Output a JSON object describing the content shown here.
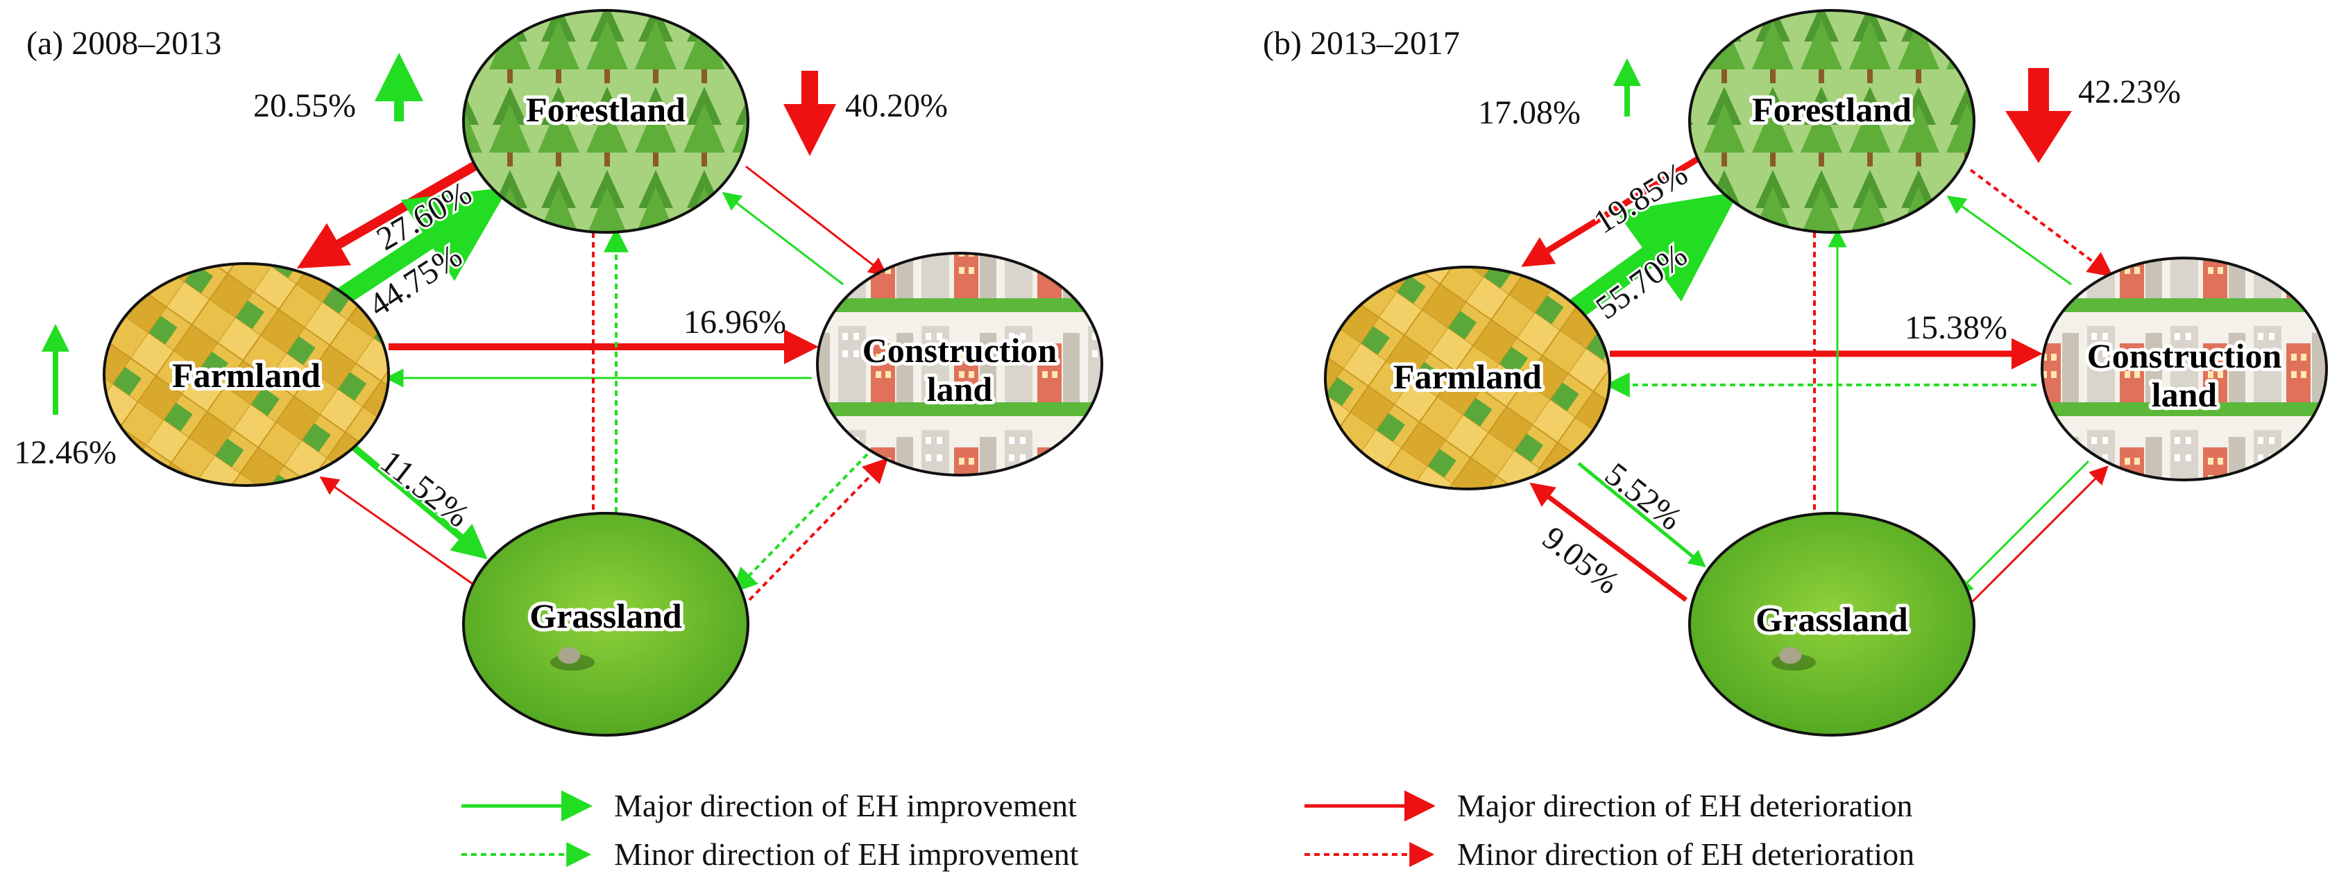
{
  "panels": [
    {
      "title": "(a) 2008–2013",
      "nodes": {
        "forestland": "Forestland",
        "farmland": "Farmland",
        "construction_1": "Construction",
        "construction_2": "land",
        "grassland": "Grassland"
      },
      "percentages": {
        "forest_up": "20.55%",
        "forest_down": "40.20%",
        "farmland_up": "12.46%",
        "forest_to_farm": "27.60%",
        "farm_to_forest": "44.75%",
        "farm_to_construction": "16.96%",
        "farm_to_grass": "11.52%"
      }
    },
    {
      "title": "(b) 2013–2017",
      "nodes": {
        "forestland": "Forestland",
        "farmland": "Farmland",
        "construction_1": "Construction",
        "construction_2": "land",
        "grassland": "Grassland"
      },
      "percentages": {
        "forest_up": "17.08%",
        "forest_down": "42.23%",
        "forest_to_farm": "19.85%",
        "farm_to_forest": "55.70%",
        "farm_to_construction": "15.38%",
        "farm_to_grass": "5.52%",
        "grass_to_farm": "9.05%"
      }
    }
  ],
  "legend": {
    "major_improvement": "Major direction of EH improvement",
    "minor_improvement": "Minor direction of EH improvement",
    "major_deterioration": "Major direction of EH deterioration",
    "minor_deterioration": "Minor direction of EH deterioration"
  },
  "colors": {
    "improvement": "#22dd22",
    "deterioration": "#ee1111",
    "forest": "#5fa23a",
    "farmland": "#e3b73a",
    "grass": "#7cc52a"
  }
}
